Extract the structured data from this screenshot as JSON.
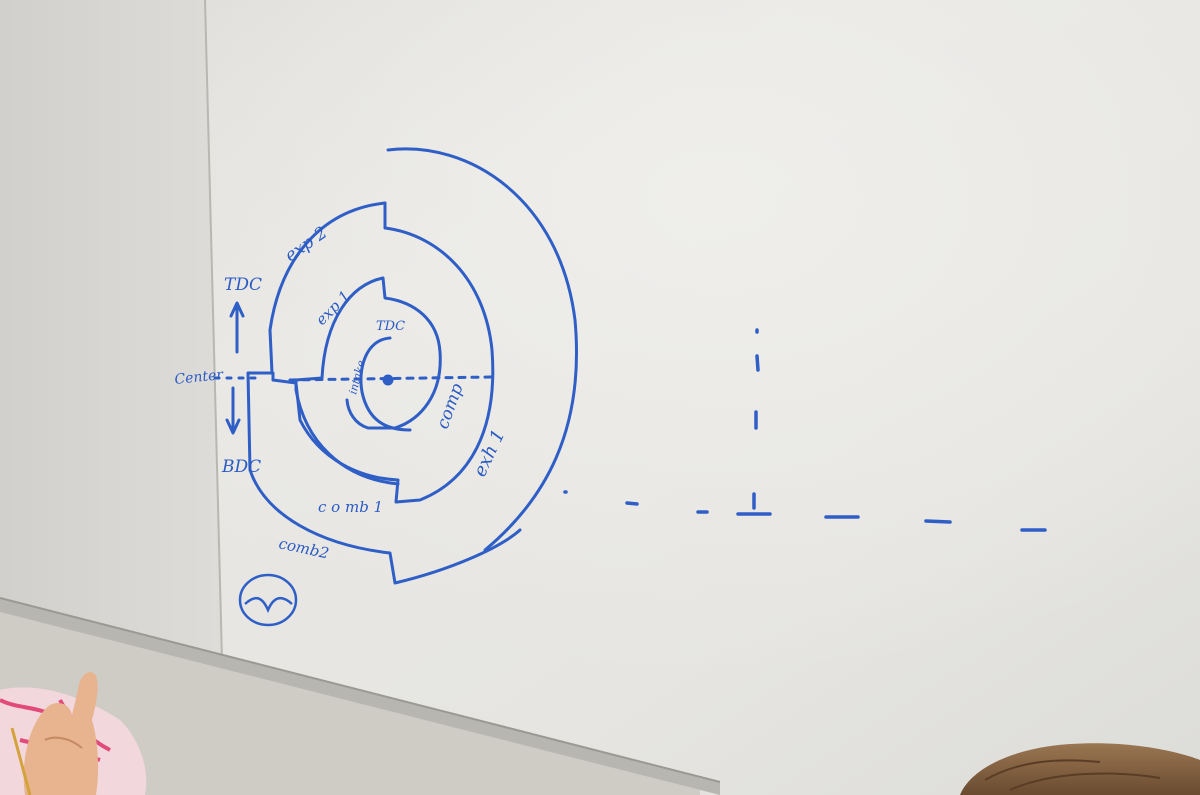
{
  "scene": {
    "type": "whiteboard-photo",
    "ink_color": "#2f5fc6",
    "board_color": "#e9e8e4"
  },
  "labels": {
    "tdc_outer": "TDC",
    "center": "Center",
    "bdc": "BDC",
    "exp2": "exp 2",
    "exp1": "exp 1",
    "tdc_inner": "TDC",
    "intake": "intake",
    "comp": "comp",
    "exh1": "exh 1",
    "comb1": "c o mb 1",
    "comb2": "comb2"
  },
  "icons": {
    "logo": "mazda-logo-icon"
  }
}
